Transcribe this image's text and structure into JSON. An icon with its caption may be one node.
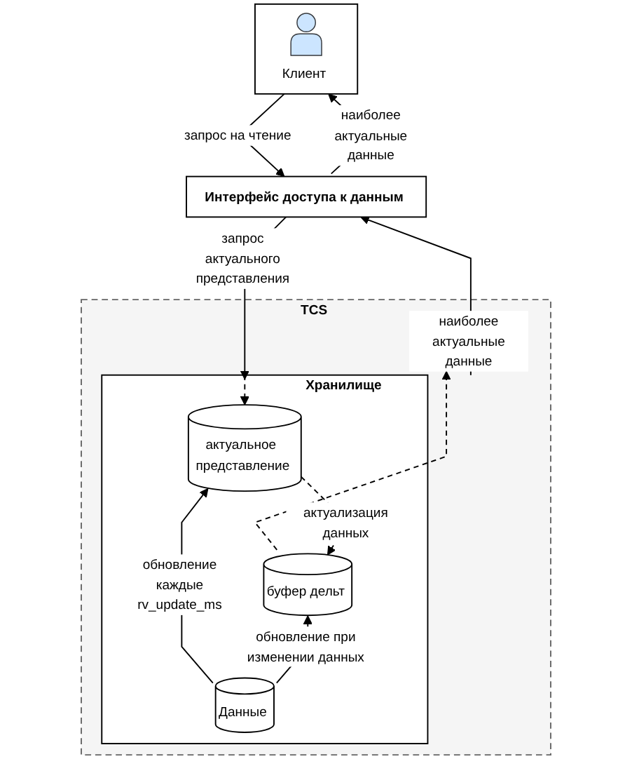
{
  "diagram": {
    "nodes": [
      {
        "text": [
          "Клиент"
        ]
      },
      {
        "text": [
          "Интерфейс доступа к данным"
        ]
      },
      {
        "text": [
          "TCS"
        ]
      },
      {
        "text": [
          "Хранилище"
        ],
        "in": 2
      },
      {
        "text": [
          "актуальное представление"
        ],
        "in": 3
      },
      {
        "text": [
          "буфер дельт"
        ],
        "in": 3
      },
      {
        "text": [
          "Данные"
        ],
        "in": 3
      }
    ],
    "edges": [
      {
        "from": 0,
        "to": 1,
        "arrow": "to",
        "label": "запрос на чтение"
      },
      {
        "from": 1,
        "to": 0,
        "arrow": "to",
        "label": "наиболее актуальные данные"
      },
      {
        "from": 1,
        "to": 3,
        "arrow": "to",
        "label": "запрос актуального представления"
      },
      {
        "from": 3,
        "to": 4,
        "arrow": "to",
        "style": "dashed"
      },
      {
        "from": 5,
        "to": 3,
        "arrow": "to",
        "style": "dashed"
      },
      {
        "from": 3,
        "to": 1,
        "arrow": "to",
        "label": "наиболее актуальные данные"
      },
      {
        "from": 4,
        "to": 5,
        "arrow": "to",
        "style": "dashed",
        "label": "актуализация данных"
      },
      {
        "from": 6,
        "to": 4,
        "arrow": "to",
        "label": "обновление каждые rv_update_ms"
      },
      {
        "from": 6,
        "to": 5,
        "arrow": "to",
        "label": "обновление при изменении данных"
      }
    ]
  }
}
